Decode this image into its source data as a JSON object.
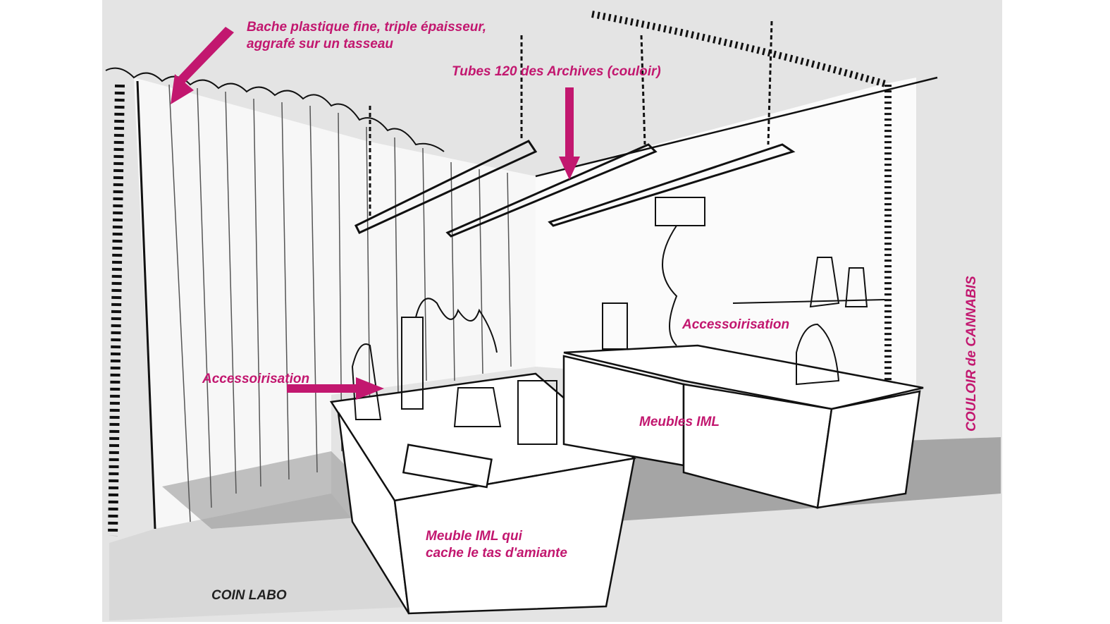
{
  "annotations": {
    "bache_line1": "Bache plastique fine, triple épaisseur,",
    "bache_line2": "aggrafé sur un tasseau",
    "tubes": "Tubes 120 des Archives (couloir)",
    "accessoirisation_left": "Accessoirisation",
    "accessoirisation_right": "Accessoirisation",
    "meubles_iml": "Meubles IML",
    "meuble_iml_line1": "Meuble IML qui",
    "meuble_iml_line2": "cache le tas d'amiante",
    "couloir": "COULOIR de CANNABIS",
    "coin_labo": "COIN LABO"
  },
  "colors": {
    "accent": "#c2176f",
    "paper": "#e4e4e4",
    "ink": "#1a1a1a"
  }
}
